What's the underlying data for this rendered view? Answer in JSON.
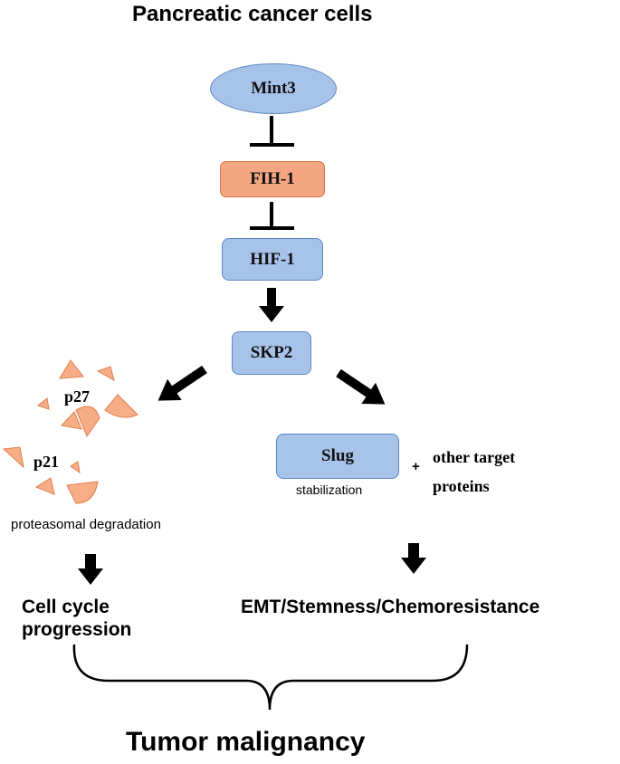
{
  "title": "Pancreatic cancer cells",
  "nodes": {
    "mint3": "Mint3",
    "fih1": "FIH-1",
    "hif1": "HIF-1",
    "skp2": "SKP2",
    "slug": "Slug"
  },
  "labels": {
    "p27": "p27",
    "p21": "p21",
    "stabilization": "stabilization",
    "plus": "+",
    "other_targets_line1": "other target",
    "other_targets_line2": "proteins",
    "proteasomal": "proteasomal degradation",
    "cell_cycle_line1": "Cell cycle",
    "cell_cycle_line2": "progression",
    "emt": "EMT/Stemness/Chemoresistance",
    "outcome": "Tumor malignancy"
  },
  "colors": {
    "blue_fill": "#a7c3ea",
    "blue_stroke": "#5b86c4",
    "orange_fill": "#f4a582",
    "orange_stroke": "#d8703f",
    "fragment_fill": "#f7ad85"
  }
}
